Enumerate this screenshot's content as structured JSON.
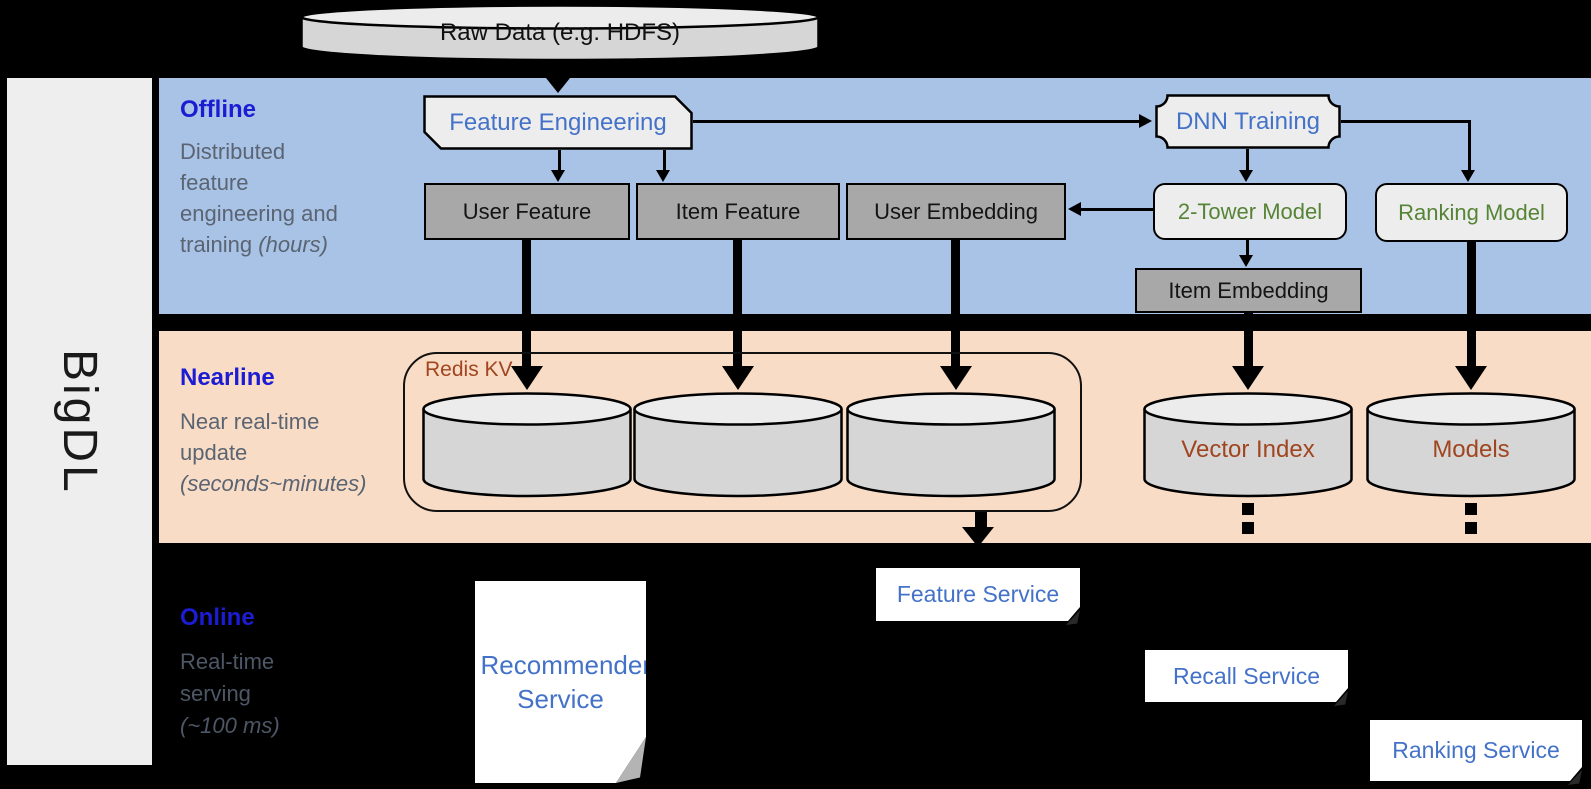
{
  "sidebar": {
    "brand": "BigDL"
  },
  "datastore": {
    "raw_data_label": "Raw Data (e.g. HDFS)"
  },
  "bands": {
    "offline": {
      "title": "Offline",
      "sub_line1": "Distributed",
      "sub_line2": "feature",
      "sub_line3": "engineering and",
      "sub_line4_normal": "training ",
      "sub_line4_italic": "(hours)"
    },
    "nearline": {
      "title": "Nearline",
      "sub_line1": "Near real-time",
      "sub_line2": "update",
      "sub_line3_italic": "(seconds~minutes)"
    },
    "online": {
      "title": "Online",
      "sub_line1": "Real-time",
      "sub_line2": "serving",
      "sub_line3_italic": "(~100 ms)"
    }
  },
  "offline_nodes": {
    "feature_engineering": "Feature Engineering",
    "dnn_training": "DNN Training",
    "user_feature": "User Feature",
    "item_feature": "Item Feature",
    "user_embedding": "User Embedding",
    "two_tower_model": "2-Tower Model",
    "ranking_model": "Ranking Model",
    "item_embedding": "Item Embedding"
  },
  "nearline_nodes": {
    "redis_kv": "Redis KV",
    "vector_index": "Vector Index",
    "models": "Models"
  },
  "online_nodes": {
    "recommender_service": "Recommender Service",
    "feature_service": "Feature Service",
    "recall_service": "Recall Service",
    "ranking_service": "Ranking Service"
  },
  "colors": {
    "band_offline": "#a9c3e6",
    "band_nearline": "#f9dcc5",
    "background": "#000000",
    "title_blue": "#1c1cd2",
    "node_text_blue": "#4472c8",
    "node_text_green": "#568436",
    "node_text_brown": "#a0451f",
    "subtitle_gray": "#5a6472",
    "gray_box_fill": "#a8a8a8",
    "light_shape_fill": "#ededed"
  }
}
